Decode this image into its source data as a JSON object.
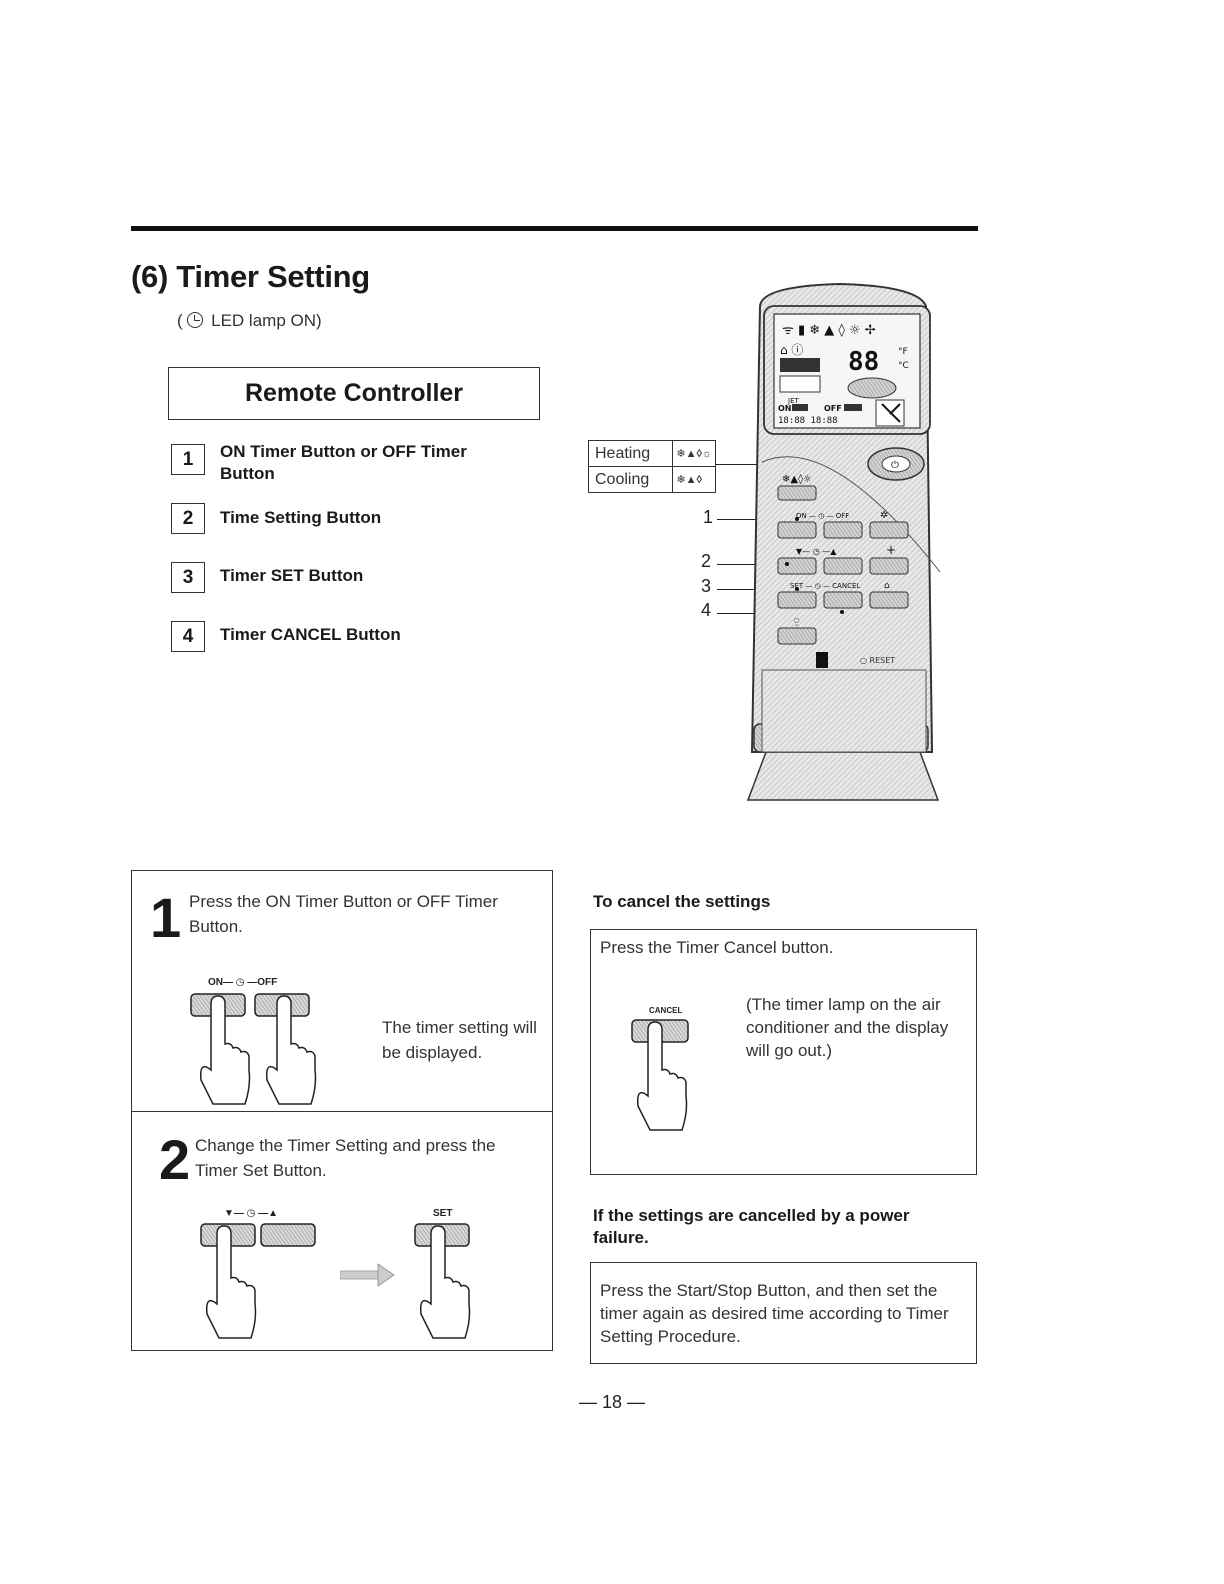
{
  "heading": {
    "title": "(6) Timer Setting",
    "subtitle_prefix": "(",
    "subtitle_text": "LED lamp ON)"
  },
  "remote_controller": {
    "title": "Remote Controller",
    "items": [
      {
        "num": "1",
        "label": "ON Timer Button or OFF Timer Button"
      },
      {
        "num": "2",
        "label": "Time Setting Button"
      },
      {
        "num": "3",
        "label": "Timer SET Button"
      },
      {
        "num": "4",
        "label": "Timer CANCEL Button"
      }
    ]
  },
  "mode_table": {
    "heating": "Heating",
    "cooling": "Cooling"
  },
  "remote_diagram": {
    "callouts": [
      "1",
      "2",
      "3",
      "4"
    ],
    "display_digits": "88",
    "unit_f": "°F",
    "unit_c": "°C",
    "on_label": "ON",
    "off_label": "OFF",
    "time_small": "18:88",
    "row1_label": "ON — ◷ — OFF",
    "row2_label": "▼— ◷ —▲",
    "row3_label": "SET — ◷ — CANCEL",
    "reset_label": "○ RESET",
    "jet_label": "JET"
  },
  "step1": {
    "num": "1",
    "text": "Press the ON Timer Button or OFF Timer Button.",
    "button_label": "ON— ◷ —OFF",
    "result": "The timer setting will be displayed."
  },
  "step2": {
    "num": "2",
    "text": "Change the Timer Setting and press the Timer Set Button.",
    "button_label": "▼— ◷ —▲",
    "set_label": "SET"
  },
  "cancel_section": {
    "heading": "To cancel the settings",
    "text": "Press the Timer Cancel button.",
    "button_label": "CANCEL",
    "note": "(The timer lamp on the air conditioner and the display will go out.)"
  },
  "power_failure": {
    "heading": "If the settings are cancelled by a power failure.",
    "text": "Press the Start/Stop Button, and then set the timer again as desired time according to Timer Setting Procedure."
  },
  "page_number": "— 18 —"
}
